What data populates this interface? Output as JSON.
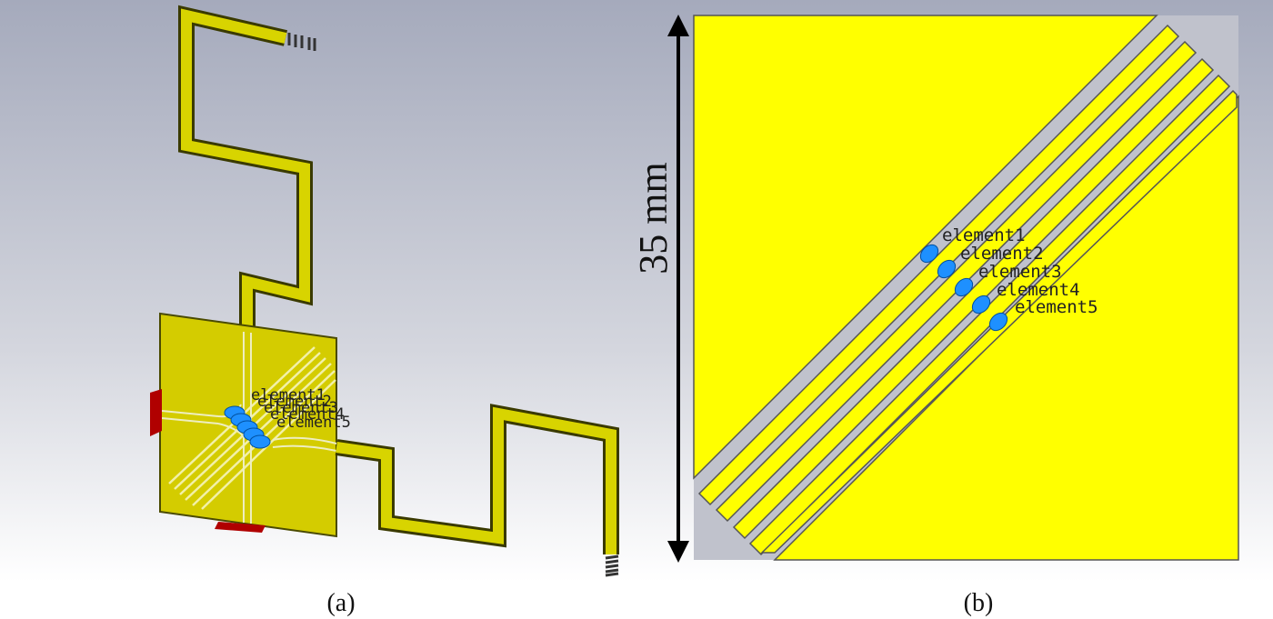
{
  "panel_a": {
    "caption": "(a)",
    "element_labels": [
      "element1",
      "element2",
      "element3",
      "element4",
      "element5"
    ]
  },
  "panel_b": {
    "caption": "(b)",
    "dimension_label": "35 mm",
    "element_labels": [
      "element1",
      "element2",
      "element3",
      "element4",
      "element5"
    ]
  },
  "colors": {
    "substrate": "#d4cc00",
    "trace": "#d8d400",
    "trace_dark": "#5a5a00",
    "patch": "#ffff00",
    "gap": "#b8bcc8",
    "element": "#1e90ff",
    "port": "#b00000",
    "background_top": "#a6abbd",
    "background_bottom": "#ffffff"
  }
}
